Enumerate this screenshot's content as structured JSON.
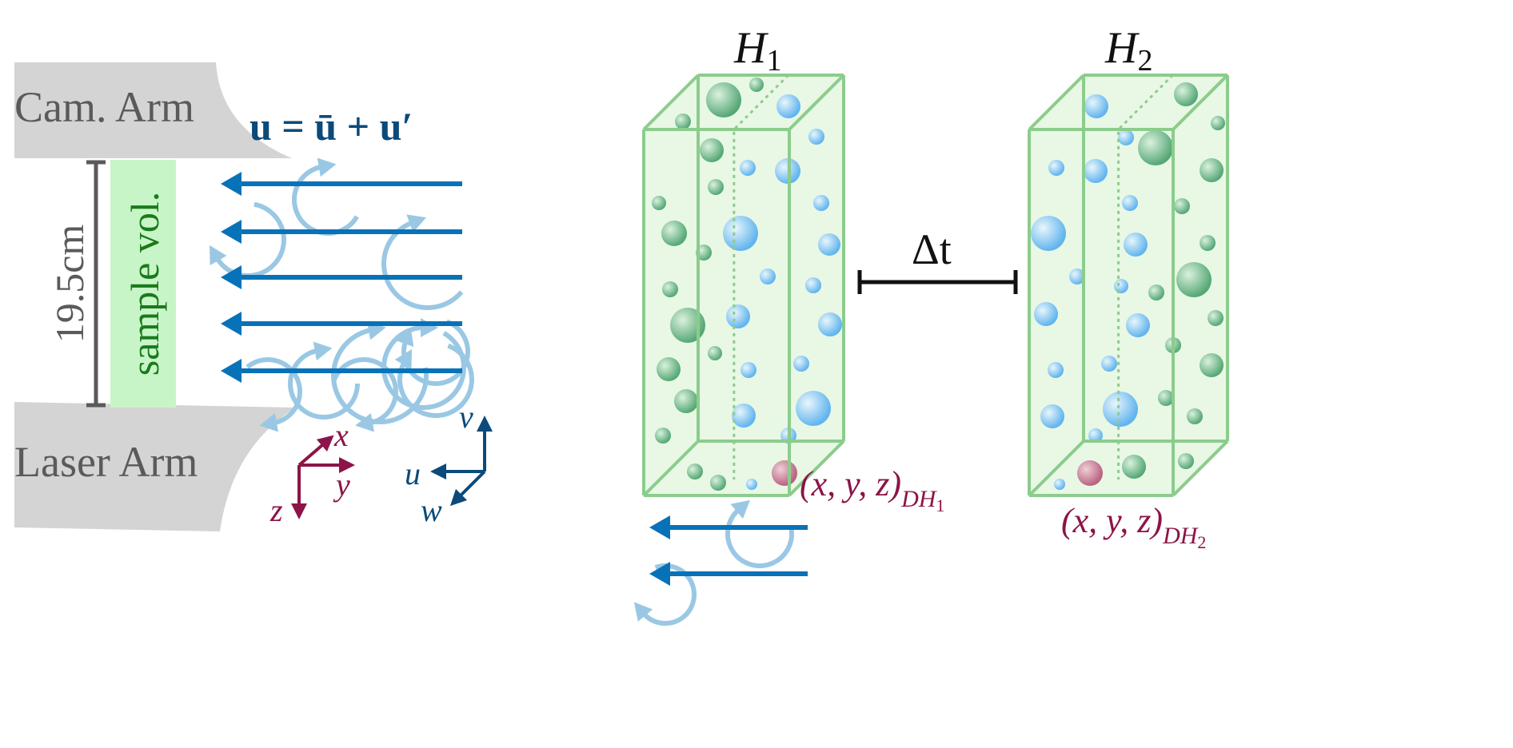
{
  "labels": {
    "cam_arm": "Cam. Arm",
    "laser_arm": "Laser Arm",
    "distance": "19.5cm",
    "sample_vol": "sample vol.",
    "equation": "u = ū + u′",
    "axis_x": "x",
    "axis_y": "y",
    "axis_z": "z",
    "vel_u": "u",
    "vel_v": "v",
    "vel_w": "w",
    "h1": "H",
    "h1_sub": "1",
    "h2": "H",
    "h2_sub": "2",
    "delta_t": "Δt",
    "pos1": "(x, y, z)",
    "pos1_sub": "DH",
    "pos1_subsub": "1",
    "pos2": "(x, y, z)",
    "pos2_sub": "DH",
    "pos2_subsub": "2"
  },
  "colors": {
    "arm_gray": "#d4d4d4",
    "text_gray": "#5a5a5a",
    "sample_green": "#c8f5c8",
    "sample_text": "#1a7a1a",
    "flow_blue": "#0872b8",
    "eddy_blue": "#9ac8e4",
    "eq_blue": "#0b4a7a",
    "axis_crimson": "#8c1448",
    "box_fill": "#e6f7e2",
    "box_edge": "#8ccc8c"
  }
}
